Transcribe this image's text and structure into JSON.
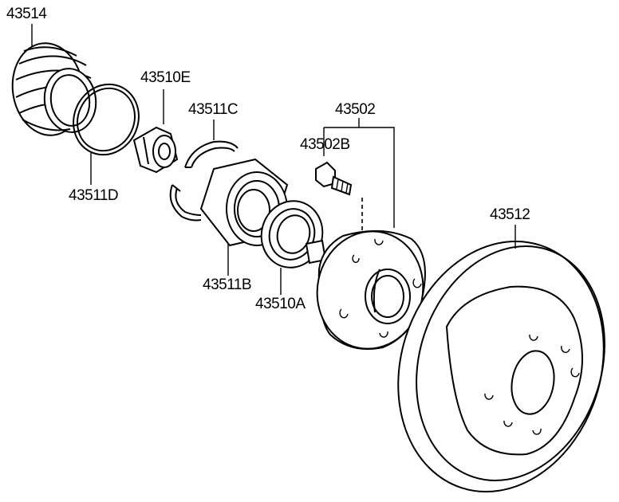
{
  "parts": {
    "p43514": "43514",
    "p43510E": "43510E",
    "p43511C": "43511C",
    "p43502": "43502",
    "p43502B": "43502B",
    "p43511D": "43511D",
    "p43512": "43512",
    "p43511B": "43511B",
    "p43510A": "43510A"
  }
}
